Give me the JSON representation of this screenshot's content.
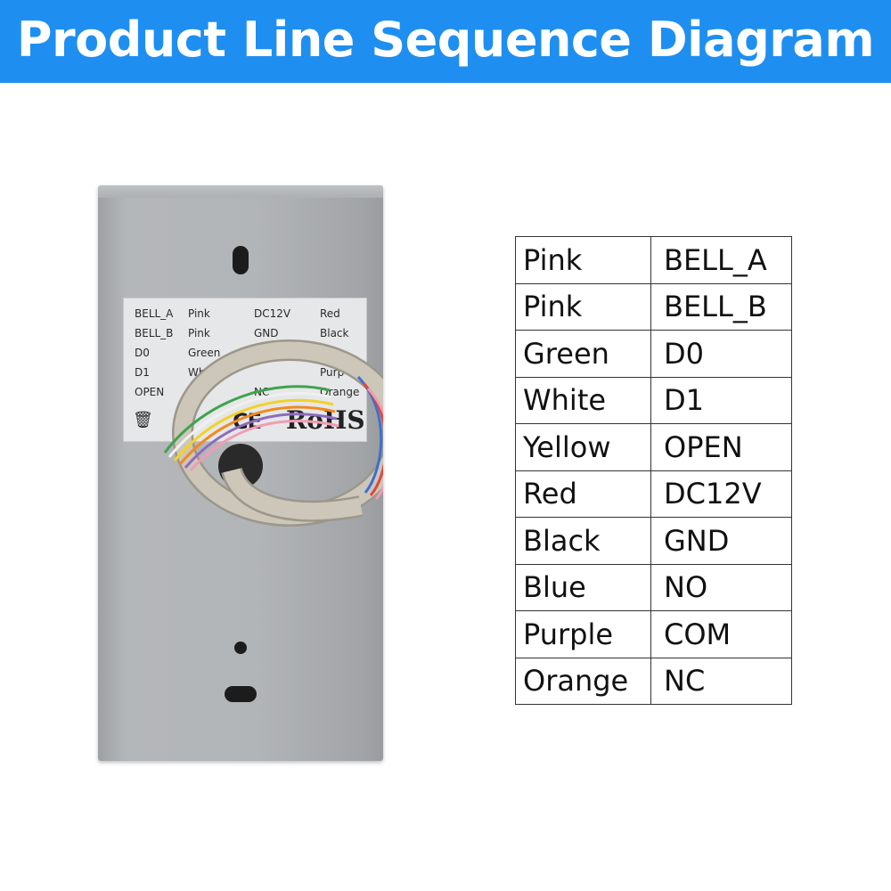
{
  "header": {
    "title": "Product Line Sequence Diagram"
  },
  "device": {
    "label": {
      "col1": [
        "BELL_A",
        "BELL_B",
        "D0",
        "D1",
        "OPEN"
      ],
      "col2": [
        "Pink",
        "Pink",
        "Green",
        "Whi",
        "Y"
      ],
      "col3": [
        "DC12V",
        "GND",
        "NC"
      ],
      "col4": [
        "Red",
        "Black",
        "Purp",
        "Orange"
      ],
      "ce": "CE",
      "rohs": "RoHS",
      "weee_icon": "crossed-bin-icon"
    }
  },
  "wiring_table": {
    "rows": [
      {
        "color": "Pink",
        "signal": "BELL_A"
      },
      {
        "color": "Pink",
        "signal": "BELL_B"
      },
      {
        "color": "Green",
        "signal": "D0"
      },
      {
        "color": "White",
        "signal": "D1"
      },
      {
        "color": "Yellow",
        "signal": "OPEN"
      },
      {
        "color": "Red",
        "signal": "DC12V"
      },
      {
        "color": "Black",
        "signal": "GND"
      },
      {
        "color": "Blue",
        "signal": "NO"
      },
      {
        "color": "Purple",
        "signal": "COM"
      },
      {
        "color": "Orange",
        "signal": "NC"
      }
    ]
  },
  "colors": {
    "header_bg": "#1e8ff0",
    "device_metal": "#b2b5b8",
    "cable_jacket": "#c8c2b5"
  }
}
